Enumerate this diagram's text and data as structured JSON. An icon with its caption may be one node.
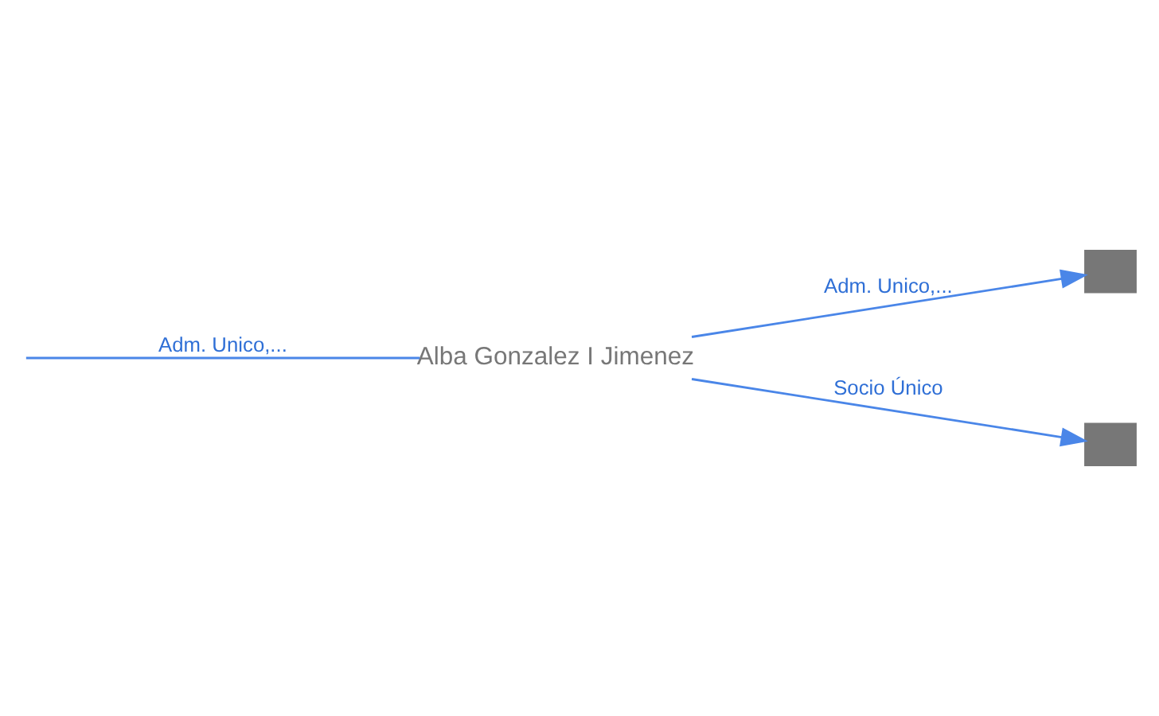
{
  "diagram": {
    "nodes": [
      {
        "text": [
          "Alba Gonzalez I Jimenez"
        ]
      },
      {
        "text": [],
        "shape": "box"
      },
      {
        "text": [],
        "shape": "box"
      }
    ],
    "edges": [
      {
        "from": null,
        "to": 0,
        "arrow": "none",
        "label": "Adm. Unico,..."
      },
      {
        "from": 0,
        "to": 1,
        "arrow": "to",
        "label": "Adm. Unico,..."
      },
      {
        "from": 0,
        "to": 2,
        "arrow": "to",
        "label": "Socio Único"
      }
    ]
  }
}
